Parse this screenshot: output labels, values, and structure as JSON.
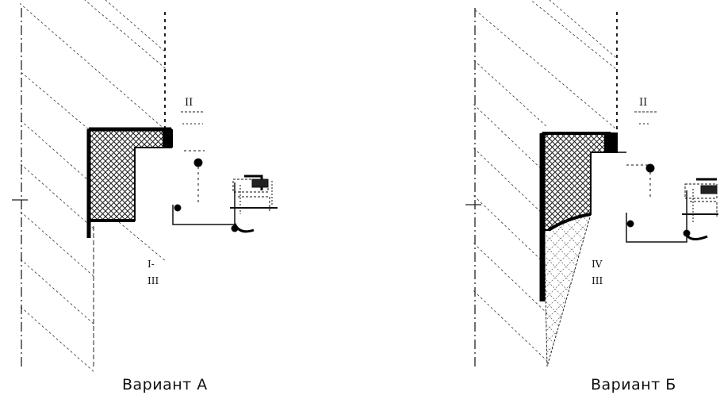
{
  "captions": {
    "variant_a": "Вариант А",
    "variant_b": "Вариант Б"
  },
  "labels": {
    "a_top": "II",
    "a_bottom": "I-\nIII",
    "b_top": "II",
    "b_bottom": "IV\nIII"
  }
}
